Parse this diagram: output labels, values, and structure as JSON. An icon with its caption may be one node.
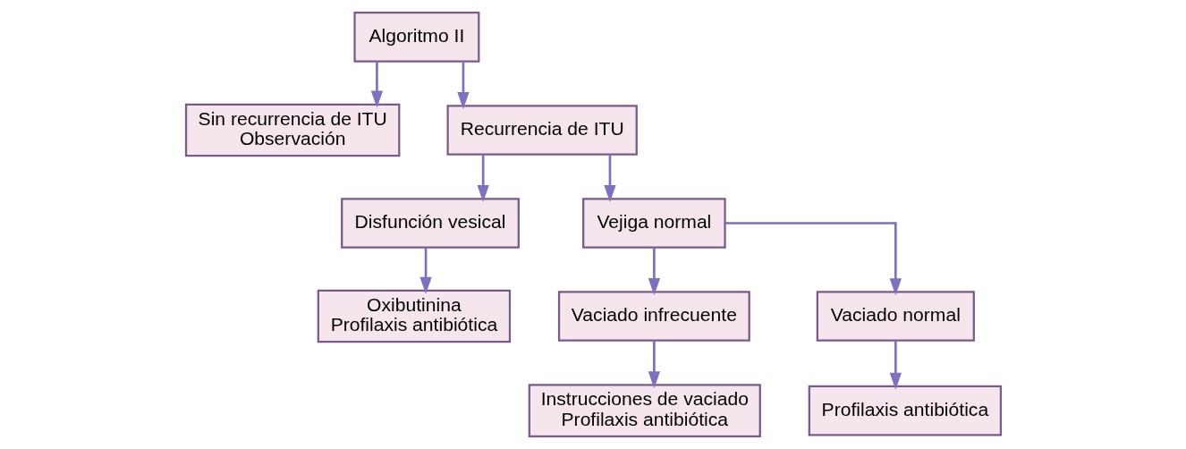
{
  "diagram": {
    "nodes": [
      {
        "text": [
          "Algoritmo II"
        ]
      },
      {
        "text": [
          "Sin recurrencia de ITU",
          "Observación"
        ]
      },
      {
        "text": [
          "Recurrencia de ITU"
        ]
      },
      {
        "text": [
          "Disfunción vesical"
        ]
      },
      {
        "text": [
          "Vejiga normal"
        ]
      },
      {
        "text": [
          "Oxibutinina",
          "Profilaxis antibiótica"
        ]
      },
      {
        "text": [
          "Vaciado infrecuente"
        ]
      },
      {
        "text": [
          "Vaciado normal"
        ]
      },
      {
        "text": [
          "Instrucciones de vaciado",
          "Profilaxis antibiótica"
        ]
      },
      {
        "text": [
          "Profilaxis antibiótica"
        ]
      }
    ],
    "edges": [
      {
        "from": 0,
        "to": 1,
        "arrow": "to"
      },
      {
        "from": 0,
        "to": 2,
        "arrow": "to"
      },
      {
        "from": 2,
        "to": 3,
        "arrow": "to"
      },
      {
        "from": 2,
        "to": 4,
        "arrow": "to"
      },
      {
        "from": 3,
        "to": 5,
        "arrow": "to"
      },
      {
        "from": 4,
        "to": 6,
        "arrow": "to"
      },
      {
        "from": 4,
        "to": 7,
        "arrow": "to"
      },
      {
        "from": 6,
        "to": 8,
        "arrow": "to"
      },
      {
        "from": 7,
        "to": 9,
        "arrow": "to"
      }
    ]
  }
}
